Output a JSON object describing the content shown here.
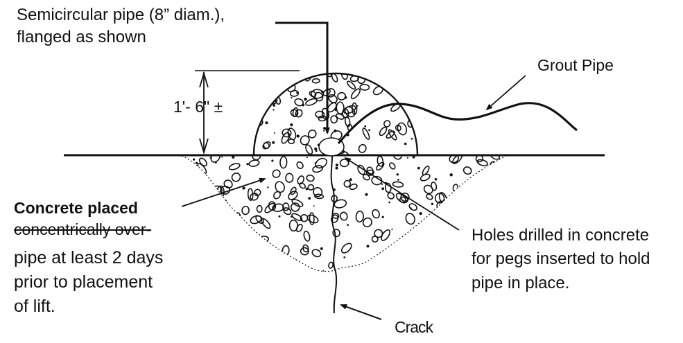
{
  "labels": {
    "pipe_line1": "Semicircular pipe (8” diam.),",
    "pipe_line2": "flanged as shown",
    "dimension": "1'- 6\" ±",
    "grout_pipe": "Grout Pipe",
    "concrete_line1": "Concrete placed",
    "concrete_line2": "concentrically over-",
    "concrete_line3": "pipe at least 2 days",
    "concrete_line4": "prior to placement",
    "concrete_line5": "of lift.",
    "holes_line1": "Holes drilled in concrete",
    "holes_line2": "for pegs inserted to hold",
    "holes_line3": "pipe in place.",
    "crack": "Crack"
  },
  "colors": {
    "ink": "#111111",
    "background": "#ffffff"
  }
}
